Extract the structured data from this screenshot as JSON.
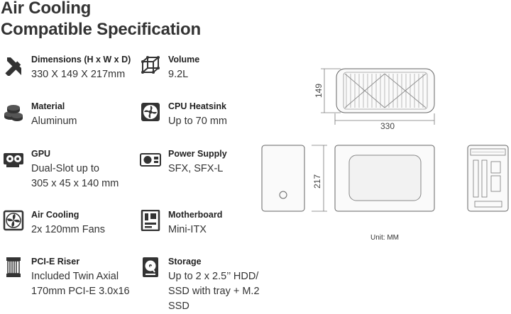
{
  "title": {
    "line1": "Air Cooling",
    "line2": "Compatible Specification"
  },
  "specs": [
    {
      "label": "Dimensions (H x W x D)",
      "value": "330 X 149 X 217mm",
      "icon": "ruler-pencil-icon"
    },
    {
      "label": "Volume",
      "value": "9.2L",
      "icon": "cube-icon"
    },
    {
      "label": "Material",
      "value": "Aluminum",
      "icon": "metal-stack-icon"
    },
    {
      "label": "CPU Heatsink",
      "value": "Up to 70 mm",
      "icon": "fan-heatsink-icon"
    },
    {
      "label": "GPU",
      "value": "Dual-Slot up to\n305 x 45 x 140 mm",
      "icon": "graphics-card-icon"
    },
    {
      "label": "Power Supply",
      "value": "SFX, SFX-L",
      "icon": "power-supply-icon"
    },
    {
      "label": "Air Cooling",
      "value": "2x 120mm Fans",
      "icon": "fan-icon"
    },
    {
      "label": "Motherboard",
      "value": "Mini-ITX",
      "icon": "motherboard-icon"
    },
    {
      "label": "PCI-E Riser",
      "value": "Included Twin Axial\n170mm PCI-E 3.0x16",
      "icon": "riser-cable-icon"
    },
    {
      "label": "Storage",
      "value": "Up to 2 x 2.5’’ HDD/\nSSD with tray + M.2\nSSD",
      "icon": "hard-drive-icon"
    }
  ],
  "drawing": {
    "top_height": "149",
    "top_width": "330",
    "side_height": "217",
    "unit": "Unit: MM"
  }
}
